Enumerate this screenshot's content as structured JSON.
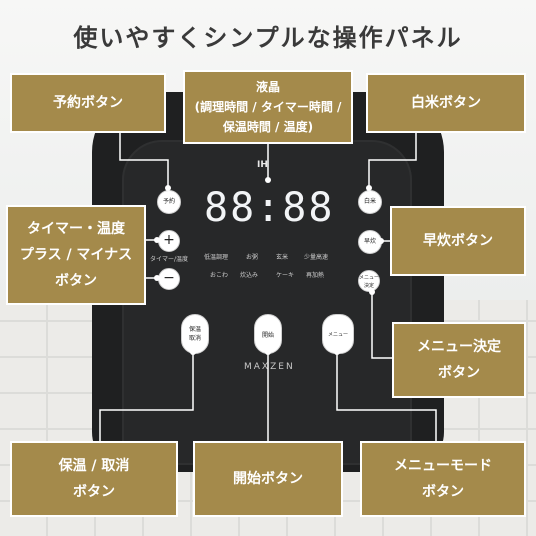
{
  "title": "使いやすくシンプルな操作パネル",
  "callouts": {
    "yoyaku": "予約ボタン",
    "lcd_title": "液晶",
    "lcd_line1": "(調理時間 / タイマー時間 /",
    "lcd_line2": "保温時間 / 温度)",
    "hakumai": "白米ボタン",
    "timer_line1": "タイマー・温度",
    "timer_line2": "プラス / マイナス",
    "timer_line3": "ボタン",
    "hayadaki": "早炊ボタン",
    "menu_kettei_line1": "メニュー決定",
    "menu_kettei_line2": "ボタン",
    "hoon_line1": "保温 / 取消",
    "hoon_line2": "ボタン",
    "kaishi": "開始ボタン",
    "menu_mode_line1": "メニューモード",
    "menu_mode_line2": "ボタン"
  },
  "panel": {
    "ih": "IH",
    "display": "88:88",
    "btn_yoyaku": "予約",
    "btn_hakumai": "白米",
    "btn_hayadaki": "早炊",
    "btn_menu_kettei": "メニュー決定",
    "btn_hoon_1": "保温",
    "btn_hoon_2": "取消",
    "btn_kaishi": "開始",
    "btn_menu": "メニュー",
    "plus": "+",
    "minus": "−",
    "timer_label": "タイマー/温度",
    "menu_labels": [
      "低温調理",
      "お粥",
      "玄米",
      "少量高速",
      "おこわ",
      "炊込み",
      "ケーキ",
      "再加熱"
    ],
    "brand": "MAXZEN"
  }
}
